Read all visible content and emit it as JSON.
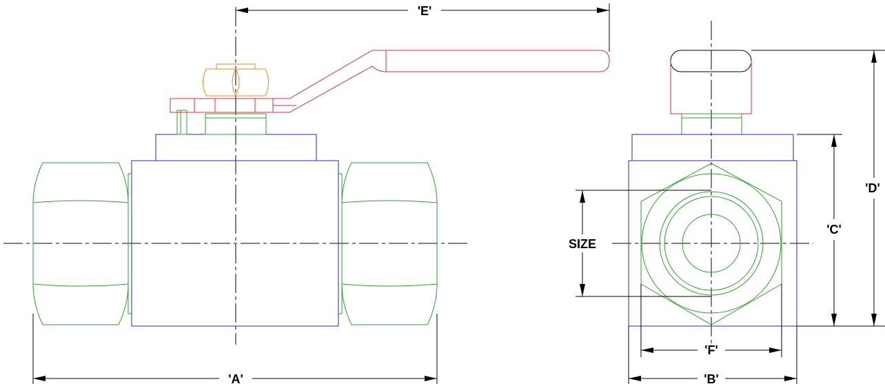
{
  "dimensions": {
    "a": "'A'",
    "b": "'B'",
    "c": "'C'",
    "d": "'D'",
    "e": "'E'",
    "f": "'F'",
    "size": "SIZE"
  },
  "colors": {
    "end_fittings": "#2aa02a",
    "body": "#2626c8",
    "handle": "#e0284a",
    "nut": "#f08a1e",
    "dimension_lines": "#000000"
  }
}
